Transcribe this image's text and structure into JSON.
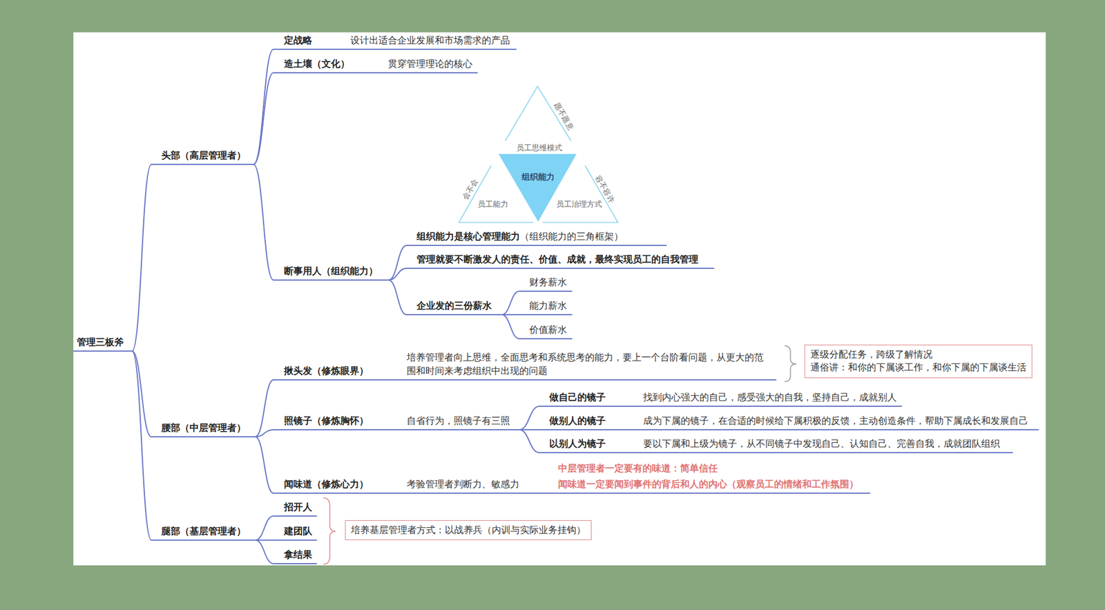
{
  "diagram": {
    "nodes": [
      {
        "text": [
          "管理三板斧"
        ]
      },
      {
        "text": [
          "头部（高层管理者）"
        ]
      },
      {
        "text": [
          "定战略",
          "设计出适合企业发展和市场需求的产品"
        ]
      },
      {
        "text": [
          "造土壤（文化）",
          "贯穿管理理论的核心"
        ]
      },
      {
        "text": [
          "断事用人（组织能力）"
        ]
      },
      {
        "text": [
          "组织能力是核心管理能力",
          "（组织能力的三角框架）"
        ]
      },
      {
        "text": [
          "管理就要不断激发人的责任、价值、成就，最终实现员工的自我管理"
        ]
      },
      {
        "text": [
          "企业发的三份薪水"
        ]
      },
      {
        "text": [
          "财务薪水"
        ]
      },
      {
        "text": [
          "能力薪水"
        ]
      },
      {
        "text": [
          "价值薪水"
        ]
      },
      {
        "text": [
          "腰部（中层管理者）"
        ]
      },
      {
        "text": [
          "揪头发（修炼眼界）",
          "培养管理者向上思维，全面思考和系统思考的能力，要上一个台阶看问题，从更大的范围和时间来考虑组织中出现的问题"
        ]
      },
      {
        "text": [
          "逐级分配任务，跨级了解情况",
          "通俗讲：和你的下属谈工作，和你下属的下属谈生活"
        ]
      },
      {
        "text": [
          "照镜子（修炼胸怀）",
          "自省行为，照镜子有三照"
        ]
      },
      {
        "text": [
          "做自己的镜子",
          "找到内心强大的自己，感受强大的自我，坚持自己，成就别人"
        ]
      },
      {
        "text": [
          "做别人的镜子",
          "成为下属的镜子，在合适的时候给下属积极的反馈，主动创造条件，帮助下属成长和发展自己"
        ]
      },
      {
        "text": [
          "以别人为镜子",
          "要以下属和上级为镜子，从不同镜子中发现自己、认知自己、完善自我，成就团队组织"
        ]
      },
      {
        "text": [
          "闻味道（修炼心力）",
          "考验管理者判断力、敏感力",
          "中层管理者一定要有的味道：简单信任",
          "闻味道一定要闻到事件的背后和人的内心（观察员工的情绪和工作氛围）"
        ]
      },
      {
        "text": [
          "腿部（基层管理者）"
        ]
      },
      {
        "text": [
          "招开人"
        ]
      },
      {
        "text": [
          "建团队"
        ]
      },
      {
        "text": [
          "拿结果"
        ]
      },
      {
        "text": [
          "培养基层管理者方式：以战养兵（内训与实际业务挂钩）"
        ]
      }
    ],
    "edges": [
      {
        "from": 0,
        "to": 1,
        "arrow": "none"
      },
      {
        "from": 0,
        "to": 11,
        "arrow": "none"
      },
      {
        "from": 0,
        "to": 19,
        "arrow": "none"
      },
      {
        "from": 1,
        "to": 2,
        "arrow": "none"
      },
      {
        "from": 1,
        "to": 3,
        "arrow": "none"
      },
      {
        "from": 1,
        "to": 4,
        "arrow": "none"
      },
      {
        "from": 4,
        "to": 5,
        "arrow": "none"
      },
      {
        "from": 4,
        "to": 6,
        "arrow": "none"
      },
      {
        "from": 4,
        "to": 7,
        "arrow": "none"
      },
      {
        "from": 7,
        "to": 8,
        "arrow": "none"
      },
      {
        "from": 7,
        "to": 9,
        "arrow": "none"
      },
      {
        "from": 7,
        "to": 10,
        "arrow": "none"
      },
      {
        "from": 11,
        "to": 12,
        "arrow": "none"
      },
      {
        "from": 11,
        "to": 14,
        "arrow": "none"
      },
      {
        "from": 11,
        "to": 18,
        "arrow": "none"
      },
      {
        "from": 14,
        "to": 15,
        "arrow": "none"
      },
      {
        "from": 14,
        "to": 16,
        "arrow": "none"
      },
      {
        "from": 14,
        "to": 17,
        "arrow": "none"
      },
      {
        "from": 19,
        "to": 20,
        "arrow": "none"
      },
      {
        "from": 19,
        "to": 21,
        "arrow": "none"
      },
      {
        "from": 19,
        "to": 22,
        "arrow": "none"
      }
    ],
    "labels": [
      "愿不愿意",
      "员工思维模式",
      "组织能力",
      "会不会",
      "员工能力",
      "员工治理方式",
      "容不容许"
    ]
  }
}
